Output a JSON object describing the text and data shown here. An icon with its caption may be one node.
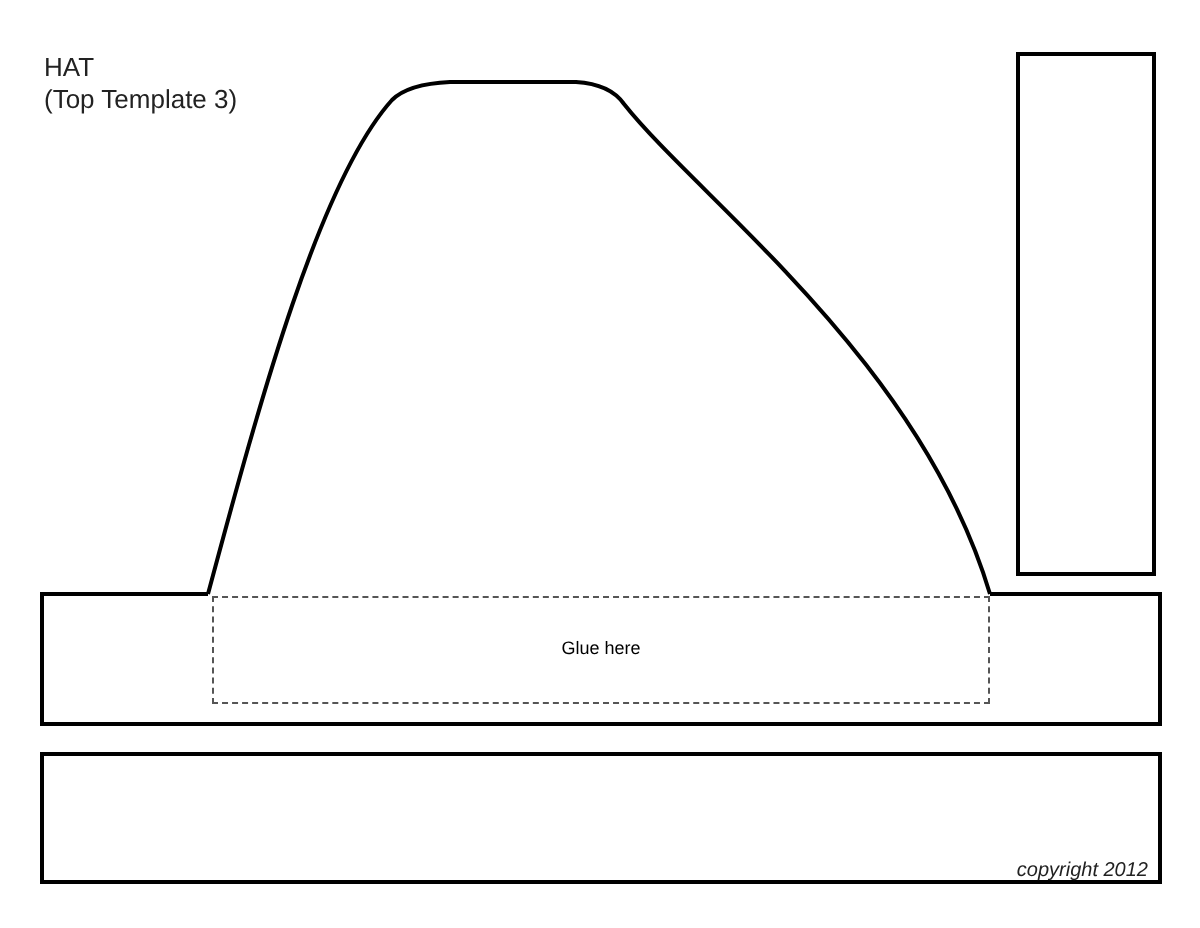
{
  "diagram": {
    "nodes": [
      {
        "text": [
          "Glue here"
        ]
      }
    ],
    "labels": [
      "HAT",
      "(Top Template 3)",
      "copyright 2012"
    ]
  }
}
